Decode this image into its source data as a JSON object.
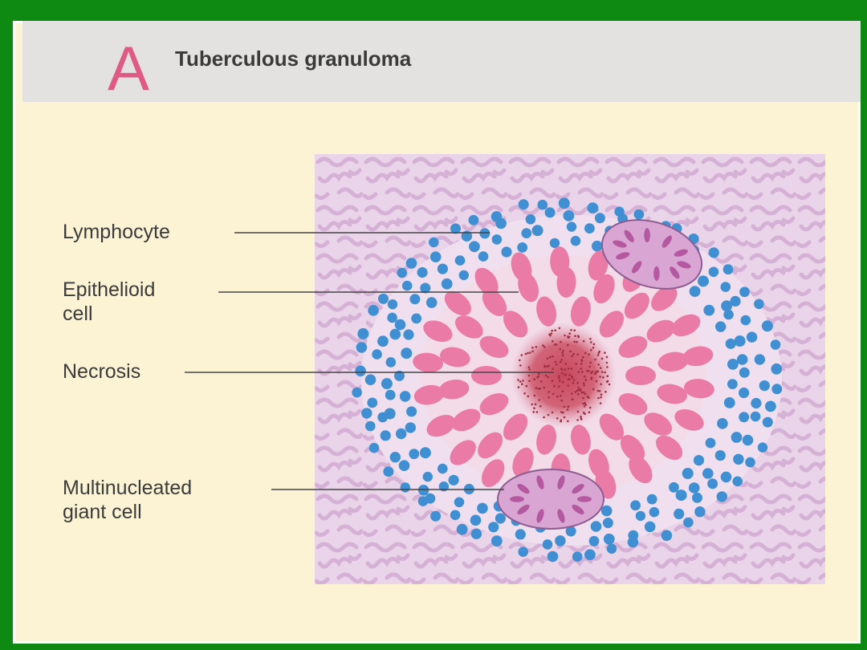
{
  "diagram": {
    "panel_letter": "A",
    "title": "Tuberculous granuloma",
    "labels": {
      "lymphocyte": "Lymphocyte",
      "epithelioid_line1": "Epithelioid",
      "epithelioid_line2": "cell",
      "necrosis": "Necrosis",
      "giant_line1": "Multinucleated",
      "giant_line2": "giant cell"
    },
    "colors": {
      "frame_green": "#0e8a12",
      "panel_background": "#fbf3d3",
      "header_gray": "#e4e2e0",
      "letter_pink": "#e05a86",
      "tissue_background": "#ead4ea",
      "tissue_pattern": "#d5b2d5",
      "lymphocyte_blue": "#3f8fd2",
      "epithelioid_pink": "#ea7aa6",
      "necrosis_red": "#c8485e",
      "giant_cell_fill": "#d9a6d4",
      "giant_cell_nuclei": "#b4589f"
    }
  }
}
